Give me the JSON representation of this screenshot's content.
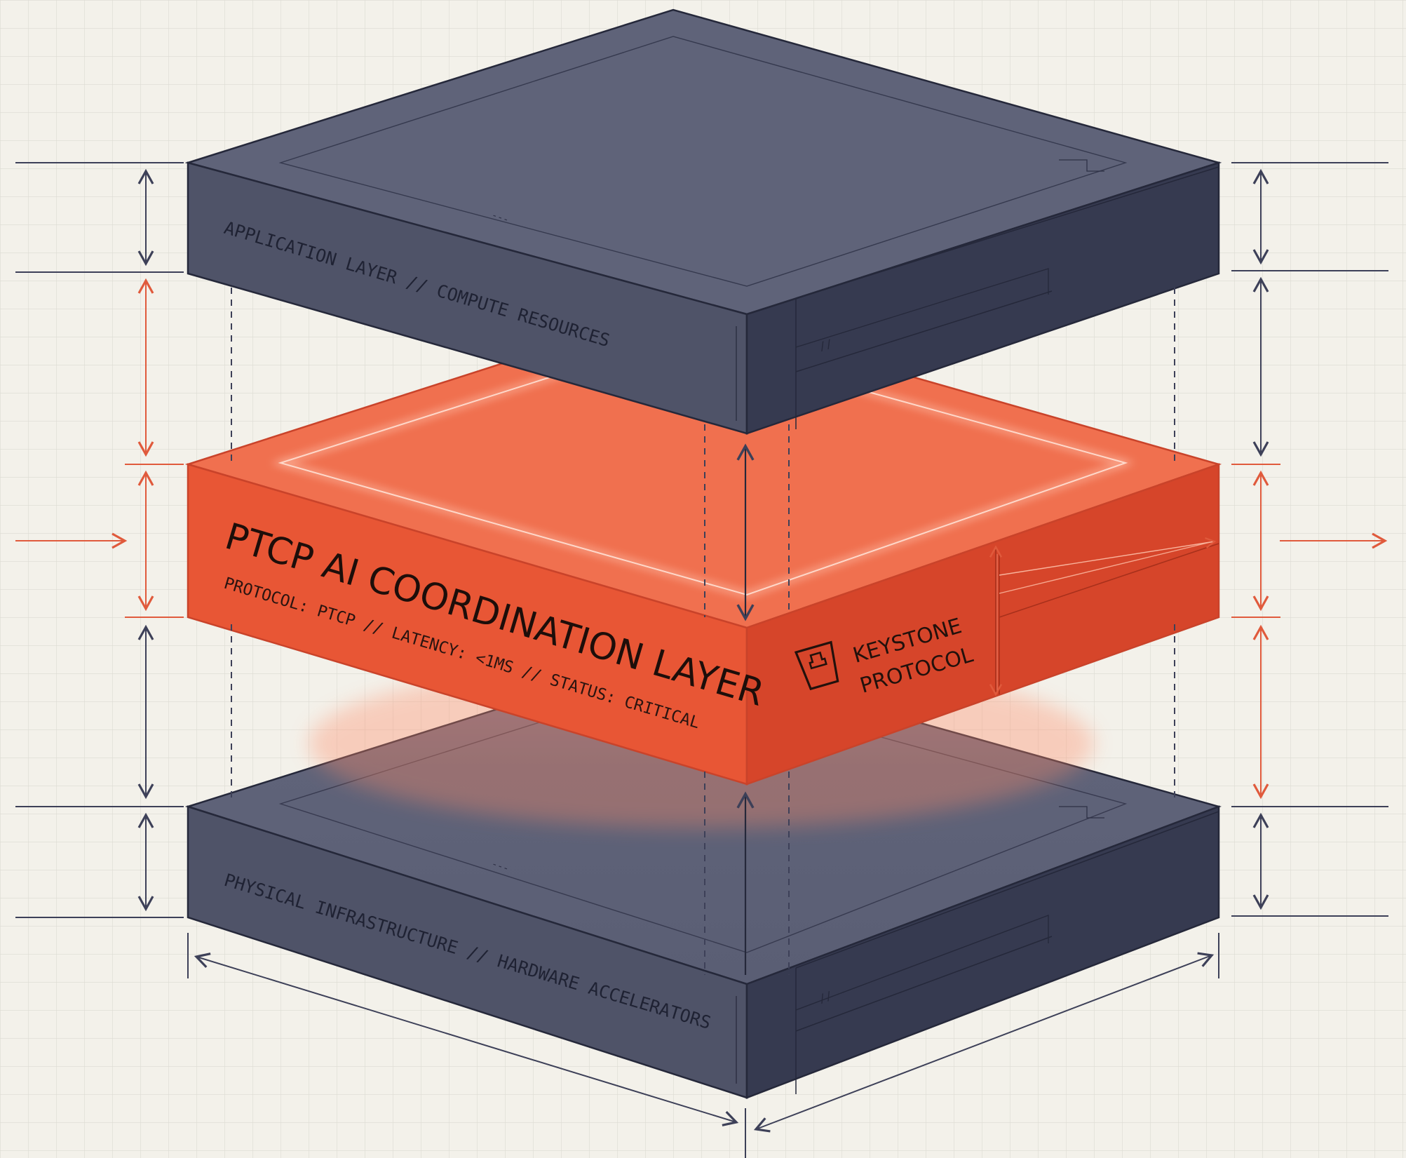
{
  "colors": {
    "background": "#f3f1ea",
    "grid_line": "#dcdad2",
    "slab_top": "#5f6379",
    "slab_side": "#4f5368",
    "slab_front": "#363a50",
    "slab_outline": "#25283a",
    "accent_top": "#f0704f",
    "accent_side": "#e85635",
    "accent_front": "#d6452a",
    "accent_glow": "#ff9a7a",
    "label_dark": "#1f2233",
    "label_on_accent": "#2a1410",
    "dimension_dark": "#3d4058",
    "dimension_accent": "#e05a3c"
  },
  "layers": {
    "top": {
      "label": "APPLICATION LAYER // COMPUTE RESOURCES"
    },
    "middle": {
      "title": "PTCP AI COORDINATION LAYER",
      "subtitle": "PROTOCOL: PTCP // LATENCY: <1MS // STATUS: CRITICAL",
      "badge_line1": "KEYSTONE",
      "badge_line2": "PROTOCOL",
      "badge_icon": "keystone-icon"
    },
    "bottom": {
      "label": "PHYSICAL INFRASTRUCTURE // HARDWARE ACCELERATORS"
    }
  }
}
